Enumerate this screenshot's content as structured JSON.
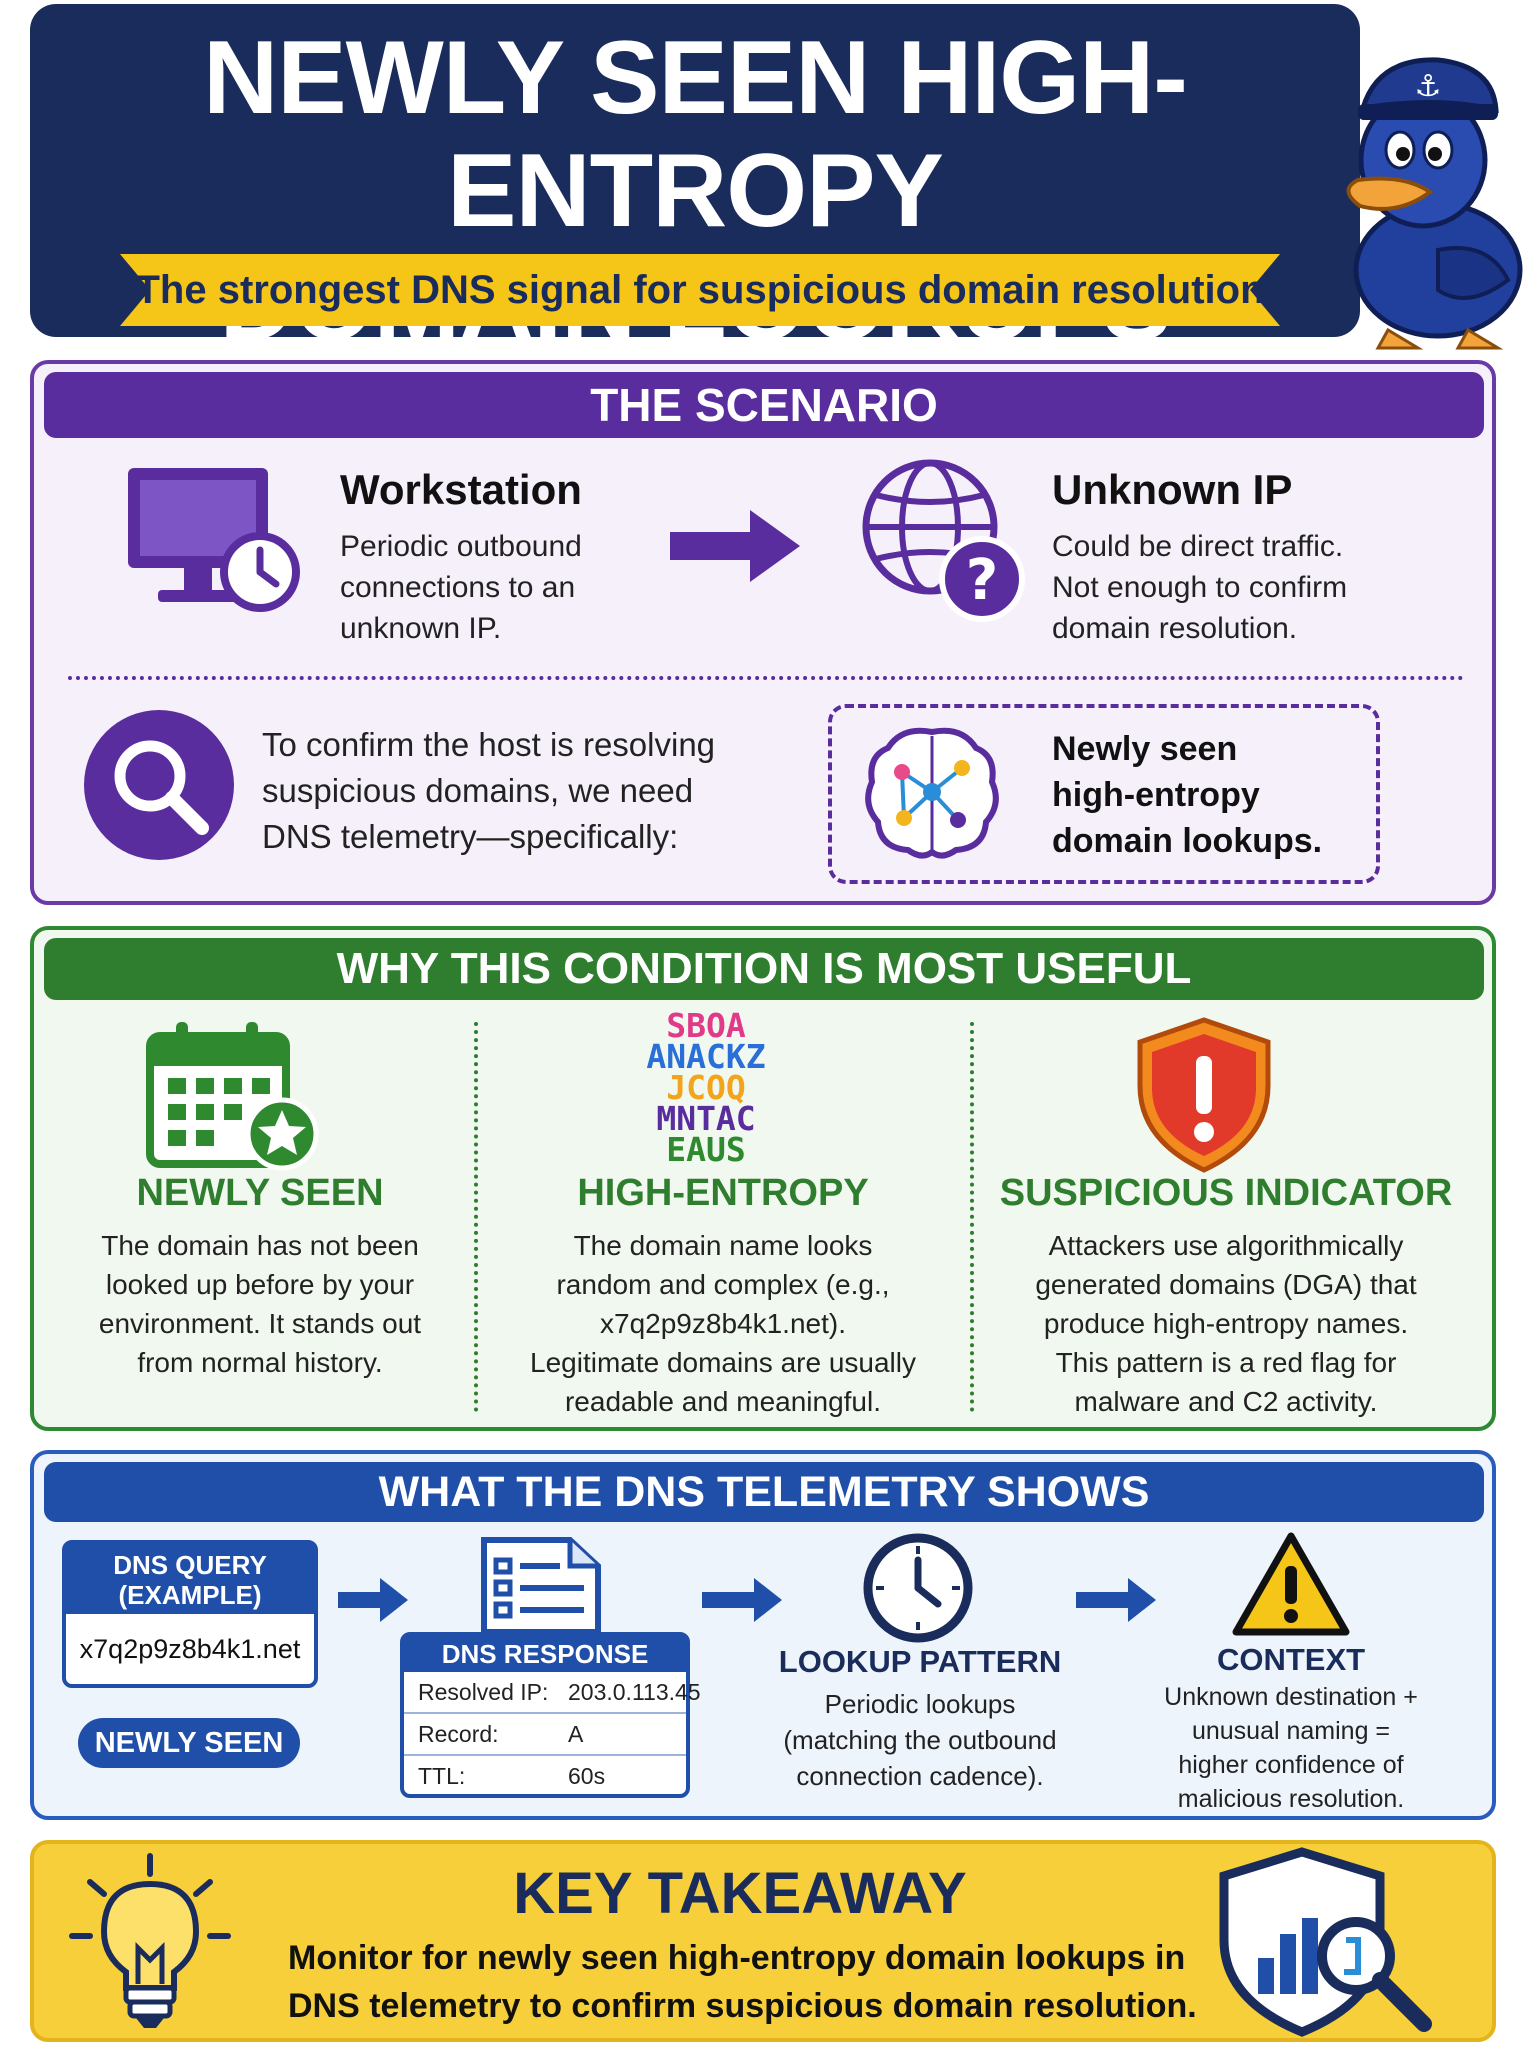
{
  "header": {
    "title_line1": "NEWLY SEEN HIGH-ENTROPY",
    "title_line2": "DOMAIN LOOKUPS",
    "subtitle": "The strongest DNS signal for suspicious domain resolution"
  },
  "scenario": {
    "heading": "THE SCENARIO",
    "workstation": {
      "title": "Workstation",
      "lines": [
        "Periodic outbound",
        "connections to an",
        "unknown IP."
      ]
    },
    "unknown_ip": {
      "title": "Unknown IP",
      "lines": [
        "Could be direct traffic.",
        "Not enough to confirm",
        "domain resolution."
      ]
    },
    "confirm_lines": [
      "To confirm the host is resolving",
      "suspicious domains, we need",
      "DNS telemetry—specifically:"
    ],
    "callout_lines": [
      "Newly seen",
      "high-entropy",
      "domain lookups."
    ]
  },
  "why": {
    "heading": "WHY THIS CONDITION IS MOST USEFUL",
    "newly_seen": {
      "title": "NEWLY SEEN",
      "lines": [
        "The domain has not been",
        "looked up before by your",
        "environment. It stands out",
        "from normal history."
      ]
    },
    "high_entropy": {
      "title": "HIGH-ENTROPY",
      "lines": [
        "The domain name looks",
        "random and complex (e.g.,",
        "x7q2p9z8b4k1.net).",
        "Legitimate domains are usually",
        "readable and meaningful."
      ]
    },
    "suspicious": {
      "title": "SUSPICIOUS INDICATOR",
      "lines": [
        "Attackers use algorithmically",
        "generated domains (DGA) that",
        "produce high-entropy names.",
        "This pattern is a red flag for",
        "malware and C2 activity."
      ]
    }
  },
  "telemetry": {
    "heading": "WHAT THE DNS TELEMETRY SHOWS",
    "query": {
      "label_line1": "DNS QUERY",
      "label_line2": "(EXAMPLE)",
      "domain": "x7q2p9z8b4k1.net",
      "badge": "NEWLY SEEN"
    },
    "response": {
      "label": "DNS RESPONSE",
      "rows": [
        {
          "key": "Resolved IP:",
          "value": "203.0.113.45"
        },
        {
          "key": "Record:",
          "value": "A"
        },
        {
          "key": "TTL:",
          "value": "60s"
        }
      ]
    },
    "pattern": {
      "title": "LOOKUP PATTERN",
      "lines": [
        "Periodic lookups",
        "(matching the outbound",
        "connection cadence)."
      ]
    },
    "context": {
      "title": "CONTEXT",
      "lines": [
        "Unknown destination +",
        "unusual naming =",
        "higher confidence of",
        "malicious resolution."
      ]
    }
  },
  "takeaway": {
    "title": "KEY TAKEAWAY",
    "lines": [
      "Monitor for newly seen high-entropy domain lookups in",
      "DNS telemetry to confirm suspicious domain resolution."
    ]
  },
  "letters": {
    "row1": "SBOA",
    "row2": "ANACKZ",
    "row3": "JCOQ",
    "row4": "MNTAC",
    "row5": "EAUS"
  },
  "icons": {
    "workstation": "monitor-clock-icon",
    "globe": "globe-question-icon",
    "search": "magnifier-icon",
    "brain": "brain-network-icon",
    "calendar": "calendar-star-icon",
    "letters": "random-letters-icon",
    "shield": "shield-warning-icon",
    "document": "document-list-icon",
    "clock": "clock-icon",
    "warning": "warning-triangle-icon",
    "bulb": "lightbulb-icon",
    "analytics": "shield-chart-magnifier-icon",
    "mascot": "sailor-duck-icon"
  },
  "colors": {
    "navy": "#1a2c5b",
    "purple": "#5a2d9e",
    "green": "#2f7d2f",
    "blue": "#1f4fa8",
    "yellow": "#f7cf3a",
    "red": "#e23a2a"
  }
}
